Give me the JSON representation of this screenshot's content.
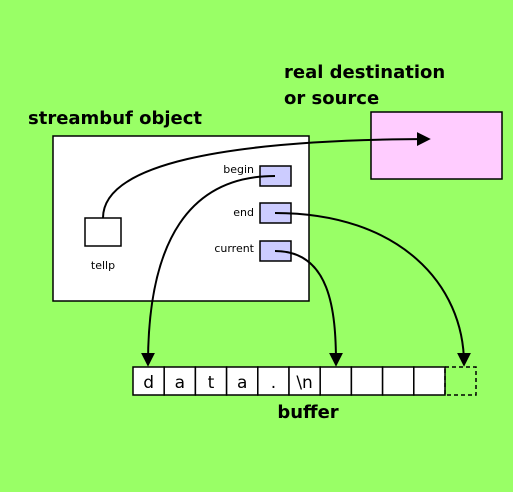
{
  "labels": {
    "streambuf_object": "streambuf object",
    "destination_line1": "real destination",
    "destination_line2": "or source",
    "buffer": "buffer",
    "tellp": "tellp",
    "begin": "begin",
    "end": "end",
    "current": "current"
  },
  "buffer_cells": [
    "d",
    "a",
    "t",
    "a",
    ".",
    "\\n",
    "",
    "",
    "",
    ""
  ],
  "colors": {
    "background": "#99ff66",
    "pointer_box": "#ccccff",
    "destination": "#ffccff",
    "object": "#ffffff"
  }
}
